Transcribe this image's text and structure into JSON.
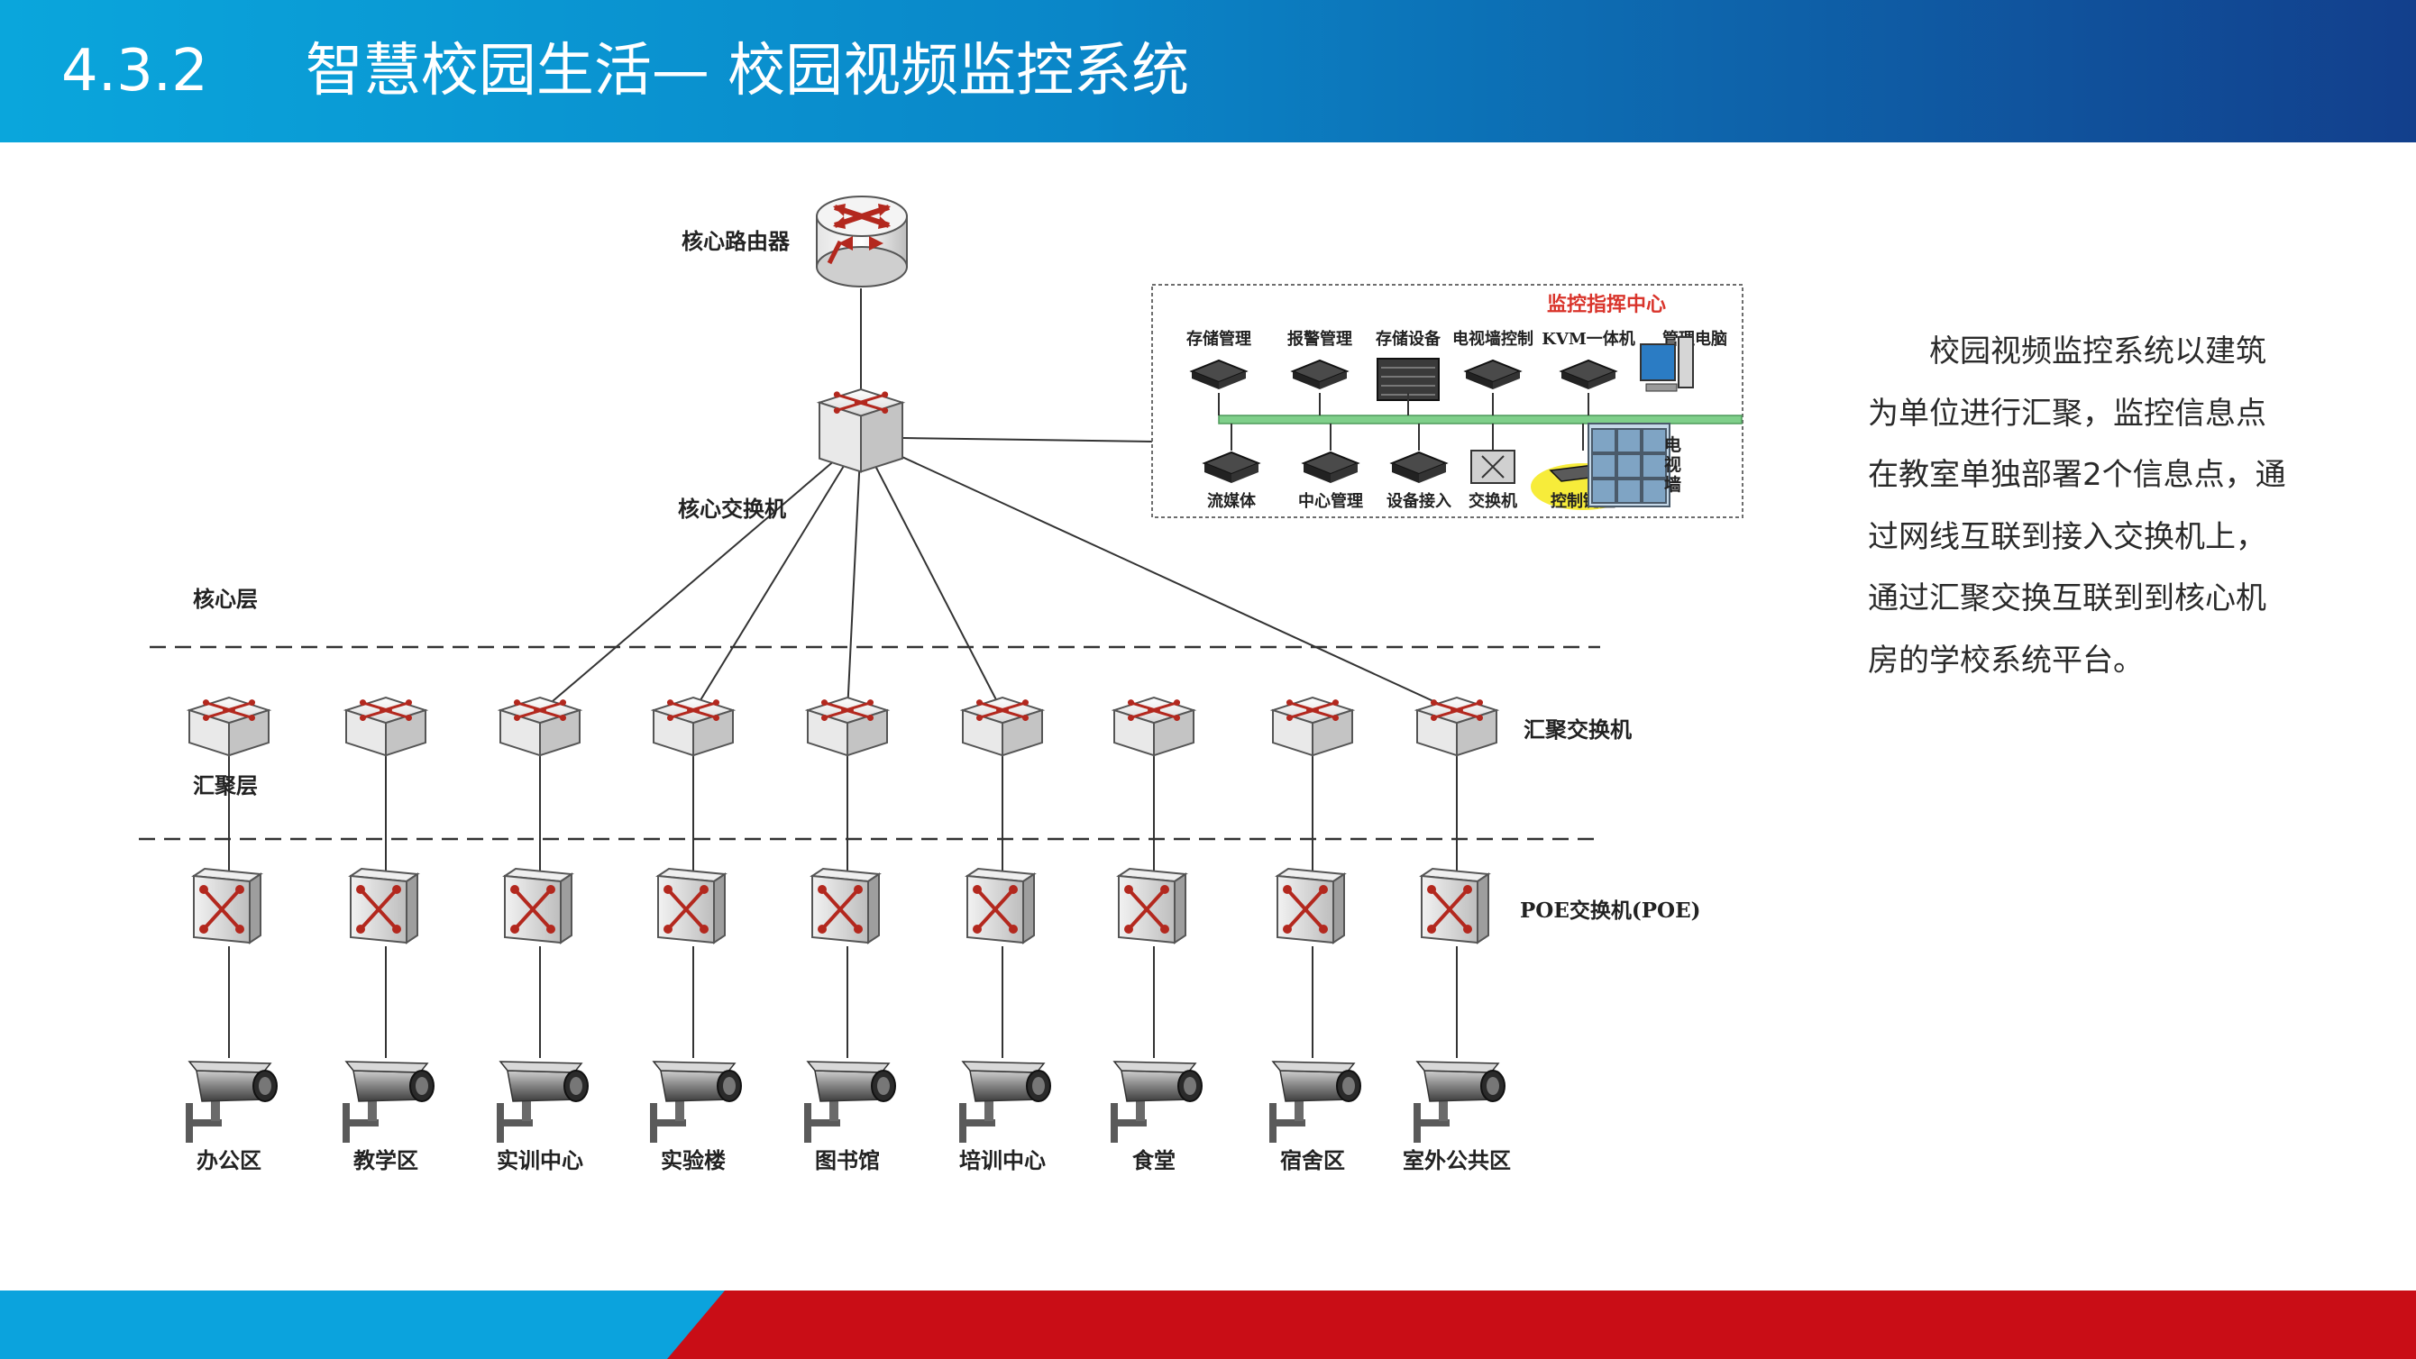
{
  "header": {
    "section_number": "4.3.2",
    "title": "智慧校园生活— 校园视频监控系统",
    "gradient_start": "#0aa6dc",
    "gradient_end": "#123f8c"
  },
  "diagram": {
    "core_router_label": "核心路由器",
    "core_switch_label": "核心交换机",
    "core_layer_label": "核心层",
    "aggregation_layer_label": "汇聚层",
    "aggregation_switch_label": "汇聚交换机",
    "poe_switch_label": "POE交换机(POE)",
    "zones": [
      "办公区",
      "教学区",
      "实训中心",
      "实验楼",
      "图书馆",
      "培训中心",
      "食堂",
      "宿舍区",
      "室外公共区"
    ],
    "control_center": {
      "title": "监控指挥中心",
      "top_items": [
        "存储管理",
        "报警管理",
        "存储设备",
        "电视墙控制",
        "KVM一体机",
        "管理电脑"
      ],
      "bottom_items": [
        "流媒体",
        "中心管理",
        "设备接入",
        "交换机",
        "控制键盘"
      ],
      "tv_wall_label": "电视墙"
    },
    "colors": {
      "device_arrow": "#b3281e",
      "bus": "#7fcf8a",
      "title_red": "#d9342b",
      "keyboard_highlight": "#f7ec3a"
    }
  },
  "description": "校园视频监控系统以建筑为单位进行汇聚，监控信息点在教室单独部署2个信息点，通过网线互联到接入交换机上，通过汇聚交换互联到到核心机房的学校系统平台。",
  "footer": {
    "left_color": "#0ba3dd",
    "right_color": "#c90d16"
  }
}
